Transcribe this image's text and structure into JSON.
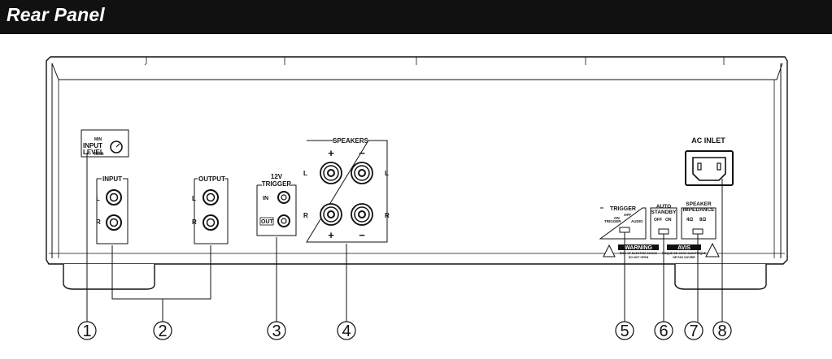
{
  "header": {
    "title": "Rear Panel"
  },
  "panel": {
    "input_level": {
      "label_line1": "INPUT",
      "label_line2": "LEVEL",
      "min": "MIN",
      "max": "MAX"
    },
    "input": {
      "title": "INPUT",
      "left": "L",
      "right": "R"
    },
    "output": {
      "title": "OUTPUT",
      "left": "L",
      "right": "R"
    },
    "trigger12v": {
      "title_line1": "12V",
      "title_line2": "TRIGGER",
      "in": "IN",
      "out": "OUT"
    },
    "speakers": {
      "title": "SPEAKERS",
      "plus": "+",
      "minus": "−",
      "left": "L",
      "right": "R"
    },
    "trigger_switch": {
      "title": "TRIGGER",
      "on": "ON",
      "off": "OFF",
      "trigger": "TRIGGER",
      "audio": "AUDIO"
    },
    "auto_standby": {
      "title_line1": "AUTO",
      "title_line2": "STANDBY",
      "off": "OFF",
      "on": "ON"
    },
    "speaker_impedance": {
      "title_line1": "SPEAKER",
      "title_line2": "IMPEDANCE",
      "four": "4Ω",
      "eight": "8Ω"
    },
    "ac_inlet": {
      "title": "AC INLET"
    },
    "warning": {
      "title": "WARNING",
      "line1": "RISK OF ELECTRIC SHOCK",
      "line2": "DO NOT OPEN"
    },
    "avis": {
      "title": "AVIS",
      "line1": "RISQUE DE CHOC ELECTRIQUE",
      "line2": "NE PAS OUVRIR"
    }
  },
  "callouts": [
    "1",
    "2",
    "3",
    "4",
    "5",
    "6",
    "7",
    "8"
  ]
}
